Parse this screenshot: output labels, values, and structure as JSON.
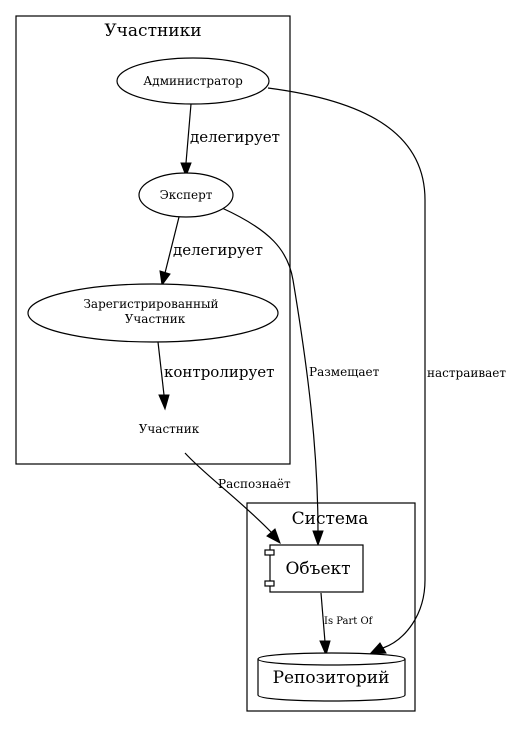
{
  "clusters": {
    "participants": "Участники",
    "system": "Система"
  },
  "nodes": {
    "admin": "Администратор",
    "expert": "Эксперт",
    "registered_line1": "Зарегистрированный",
    "registered_line2": "Участник",
    "participant": "Участник",
    "object": "Объект",
    "repository": "Репозиторий"
  },
  "edges": {
    "admin_expert": "делегирует",
    "expert_registered": "делегирует",
    "registered_participant": "контролирует",
    "expert_object": "Размещает",
    "admin_repository": "настраивает",
    "participant_object": "Распознаёт",
    "object_repository": "Is Part Of"
  }
}
